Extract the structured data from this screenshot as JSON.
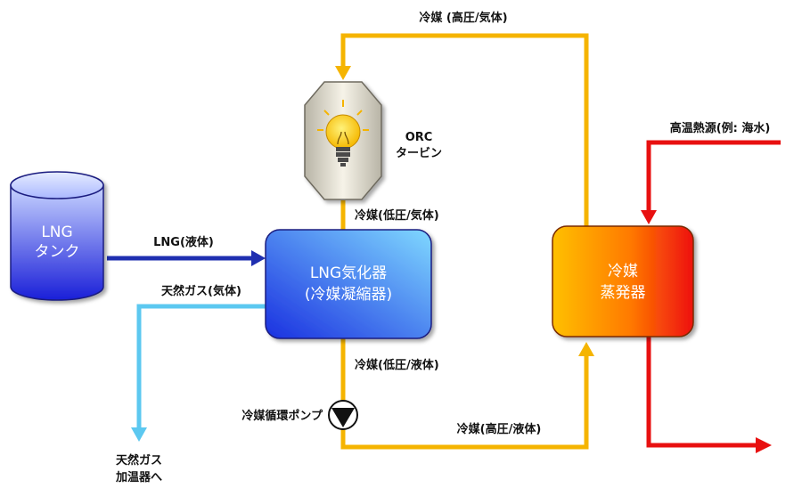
{
  "labels": {
    "refrigerant_high_gas": "冷媒 (高圧/気体)",
    "orc_line1": "ORC",
    "orc_line2": "タービン",
    "heat_source": "高温熱源(例: 海水)",
    "refrigerant_low_gas": "冷媒(低圧/気体)",
    "lng_liquid": "LNG(液体)",
    "natural_gas_gas": "天然ガス(気体)",
    "refrigerant_low_liquid": "冷媒(低圧/液体)",
    "pump": "冷媒循環ポンプ",
    "refrigerant_high_liquid": "冷媒(高圧/液体)",
    "to_heater_line1": "天然ガス",
    "to_heater_line2": "加温器へ"
  },
  "tank": {
    "line1": "LNG",
    "line2": "タンク"
  },
  "vaporizer": {
    "line1": "LNG気化器",
    "line2": "(冷媒凝縮器)"
  },
  "evaporator": {
    "line1": "冷媒",
    "line2": "蒸発器"
  },
  "colors": {
    "refrigerant_line": "#f5b400",
    "lng_line": "#1f2fb0",
    "natural_gas_line": "#5cc8f0",
    "heat_line": "#e81010"
  }
}
